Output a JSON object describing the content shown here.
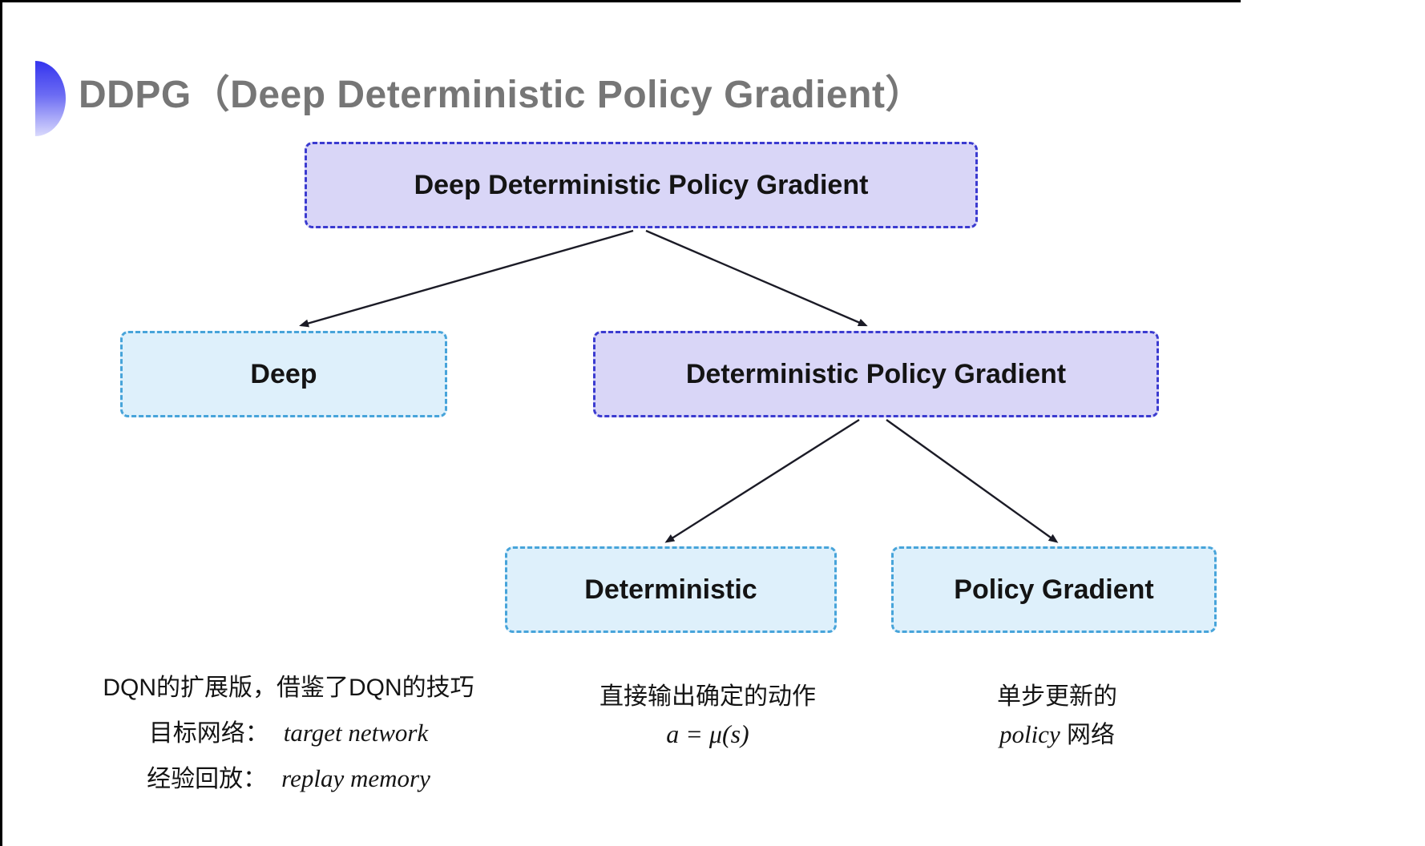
{
  "title": {
    "text": "DDPG（Deep Deterministic Policy Gradient）"
  },
  "colors": {
    "lavender_fill": "#d9d6f7",
    "indigo_border": "#3b3bd0",
    "cyan_fill": "#def0fb",
    "cyan_border": "#47a4da",
    "arrow_color": "#1b1b26",
    "title_gray": "#767676",
    "text_black": "#141414",
    "bullet_top": "#3434ee",
    "bullet_bottom": "#d9d9fc"
  },
  "tree": {
    "root": "Deep Deterministic Policy Gradient",
    "deep": "Deep",
    "dpg": "Deterministic Policy Gradient",
    "deterministic": "Deterministic",
    "policy_gradient": "Policy Gradient"
  },
  "notes": {
    "deep": {
      "line1": "DQN的扩展版，借鉴了DQN的技巧",
      "target_label": "目标网络：",
      "target_value": "target network",
      "replay_label": "经验回放：",
      "replay_value": "replay memory"
    },
    "deterministic": {
      "line1": "直接输出确定的动作",
      "formula": "a = μ(s)"
    },
    "policy_gradient": {
      "line1": "单步更新的",
      "word_italic": "policy",
      "word_rest": " 网络"
    }
  }
}
